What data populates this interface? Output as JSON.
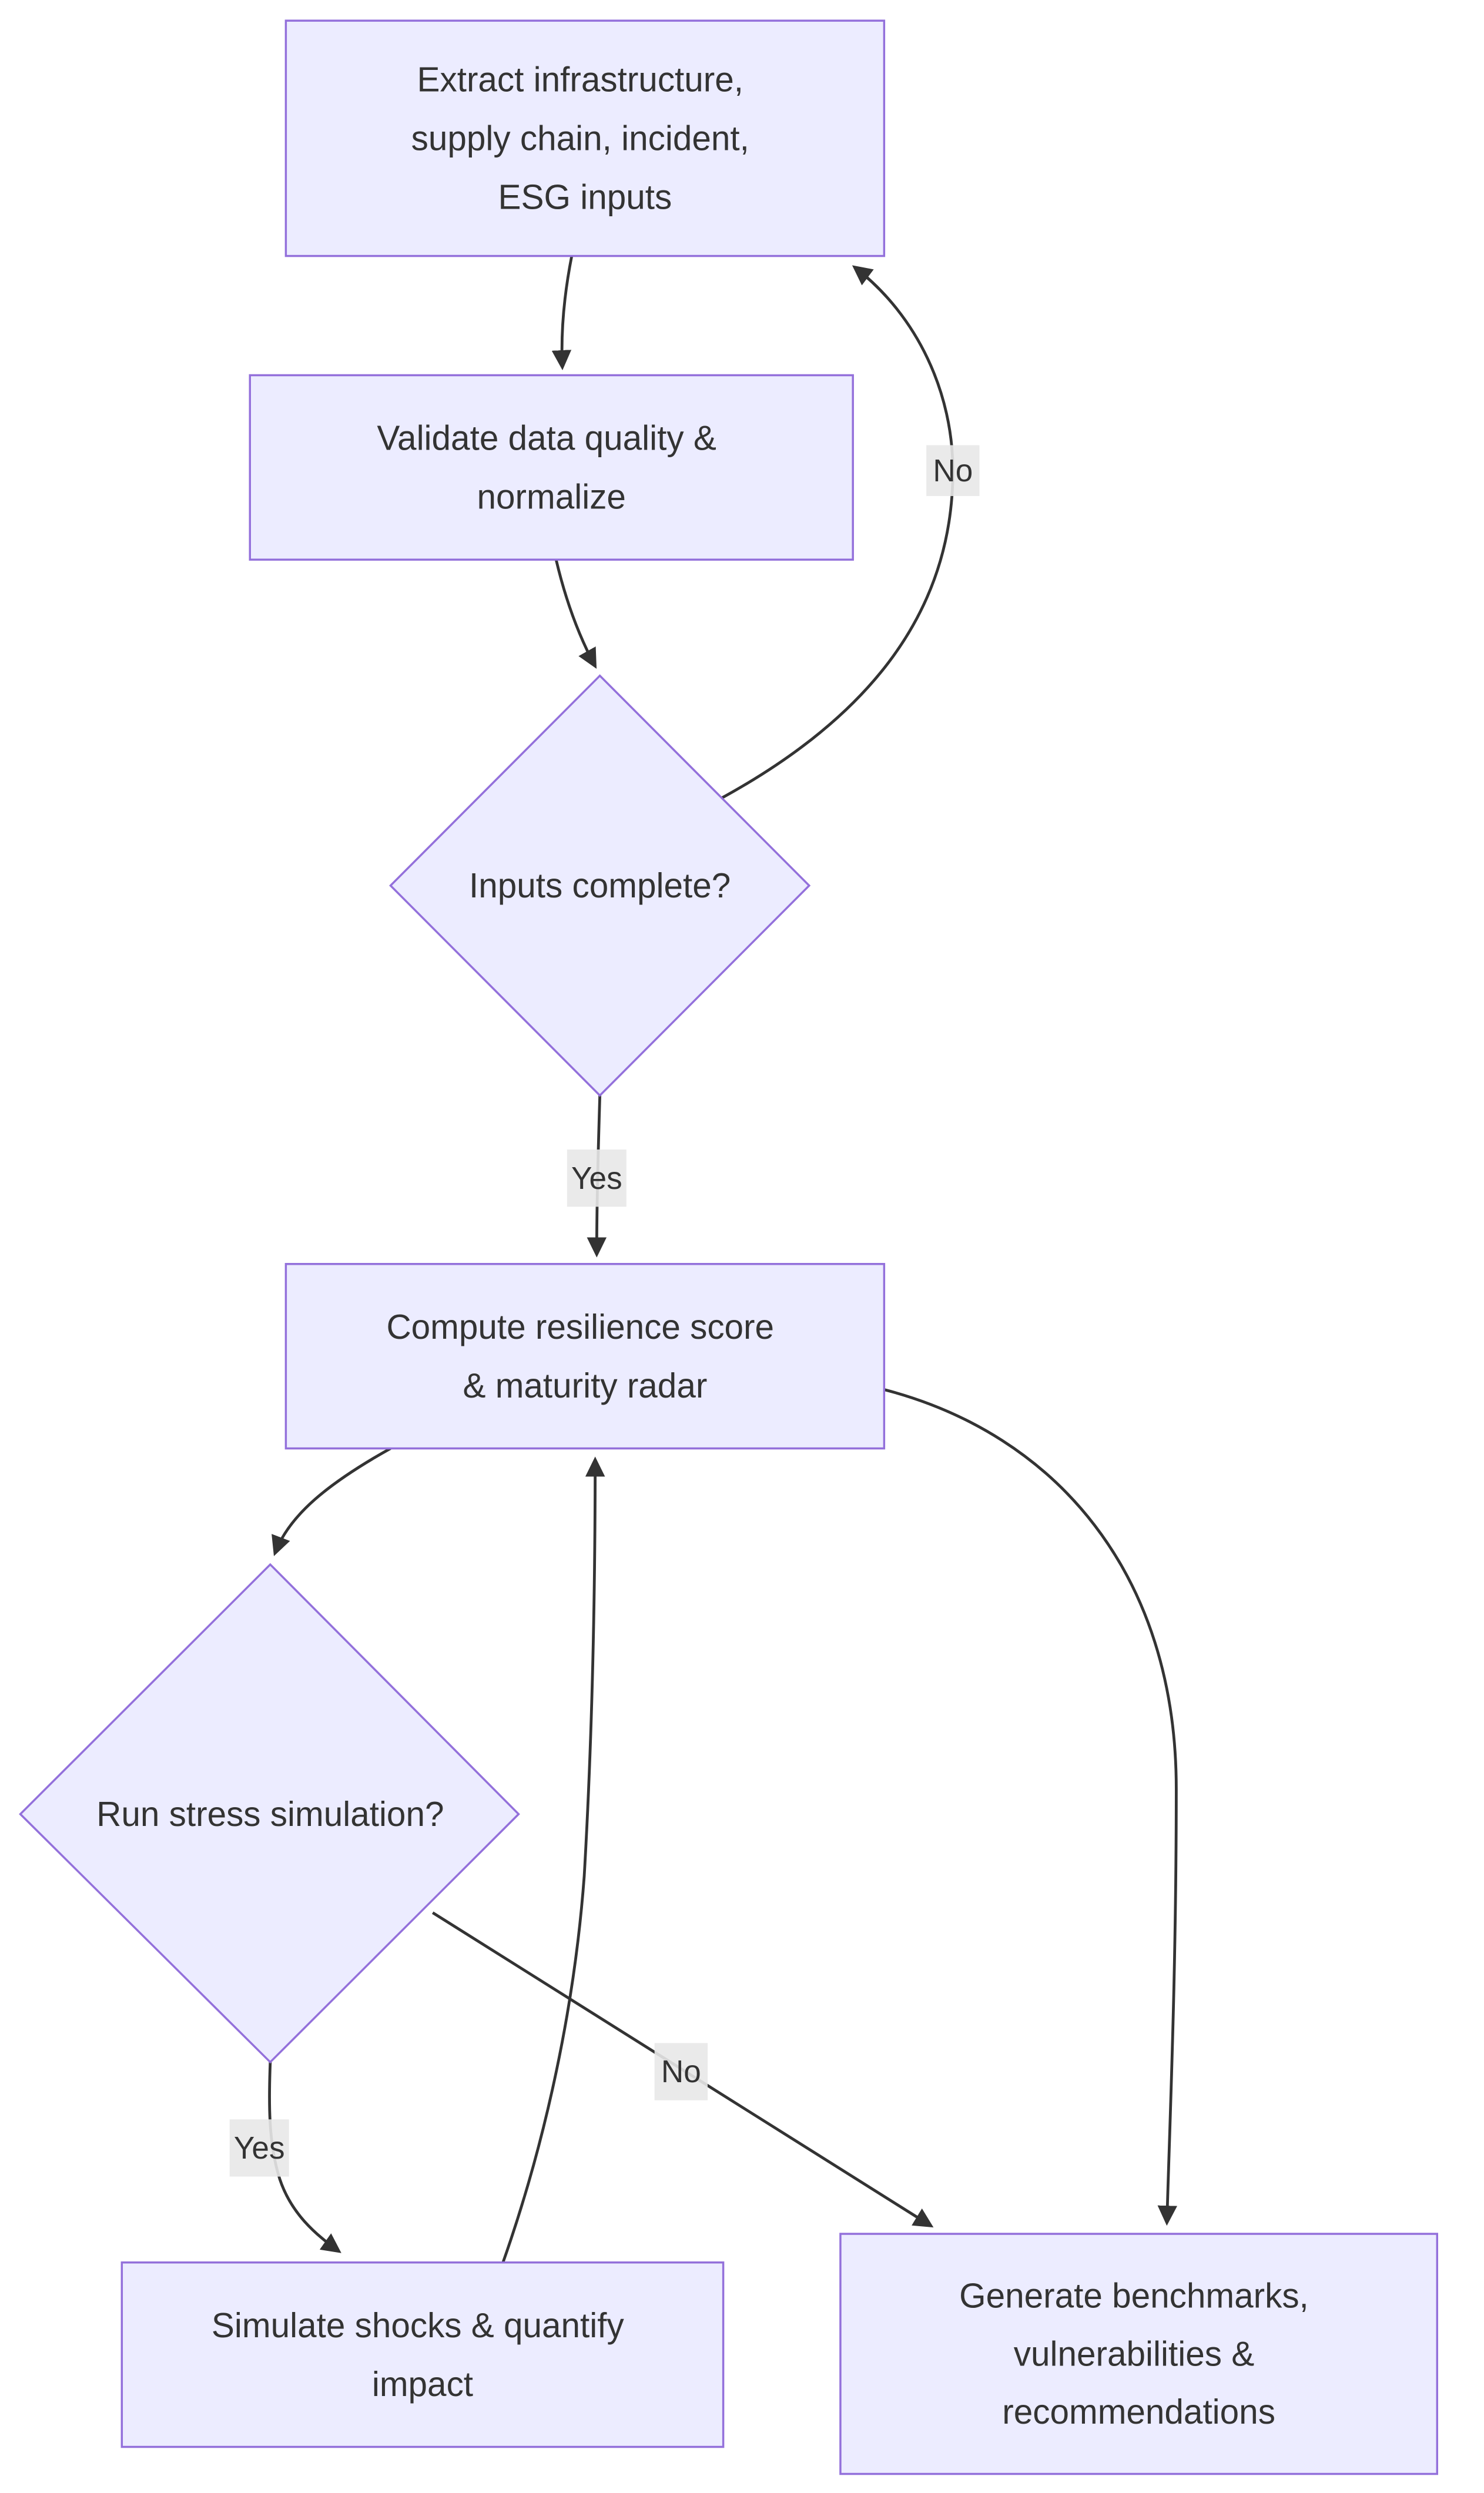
{
  "diagram": {
    "kind": "flowchart",
    "direction": "top-down",
    "background": "#ffffff",
    "colors": {
      "node_fill": "#ECECFF",
      "node_border": "#9370DB",
      "edge_stroke": "#333333",
      "text": "#333333",
      "edge_label_bg": "#e8e8e8"
    },
    "nodes": {
      "extract": {
        "shape": "rectangle",
        "lines": [
          "Extract infrastructure,",
          "supply chain, incident,",
          "ESG inputs"
        ]
      },
      "validate": {
        "shape": "rectangle",
        "lines": [
          "Validate data quality &",
          "normalize"
        ]
      },
      "inputs_complete": {
        "shape": "diamond",
        "label": "Inputs complete?"
      },
      "compute": {
        "shape": "rectangle",
        "lines": [
          "Compute resilience score",
          "& maturity radar"
        ]
      },
      "run_stress": {
        "shape": "diamond",
        "label": "Run stress simulation?"
      },
      "simulate": {
        "shape": "rectangle",
        "lines": [
          "Simulate shocks & quantify",
          "impact"
        ]
      },
      "generate": {
        "shape": "rectangle",
        "lines": [
          "Generate benchmarks,",
          "vulnerabilities &",
          "recommendations"
        ]
      }
    },
    "edges": [
      {
        "from": "extract",
        "to": "validate",
        "label": ""
      },
      {
        "from": "validate",
        "to": "inputs_complete",
        "label": ""
      },
      {
        "from": "inputs_complete",
        "to": "extract",
        "label": "No"
      },
      {
        "from": "inputs_complete",
        "to": "compute",
        "label": "Yes"
      },
      {
        "from": "compute",
        "to": "run_stress",
        "label": ""
      },
      {
        "from": "run_stress",
        "to": "simulate",
        "label": "Yes"
      },
      {
        "from": "run_stress",
        "to": "generate",
        "label": "No"
      },
      {
        "from": "simulate",
        "to": "compute",
        "label": ""
      },
      {
        "from": "compute",
        "to": "generate",
        "label": ""
      }
    ]
  }
}
